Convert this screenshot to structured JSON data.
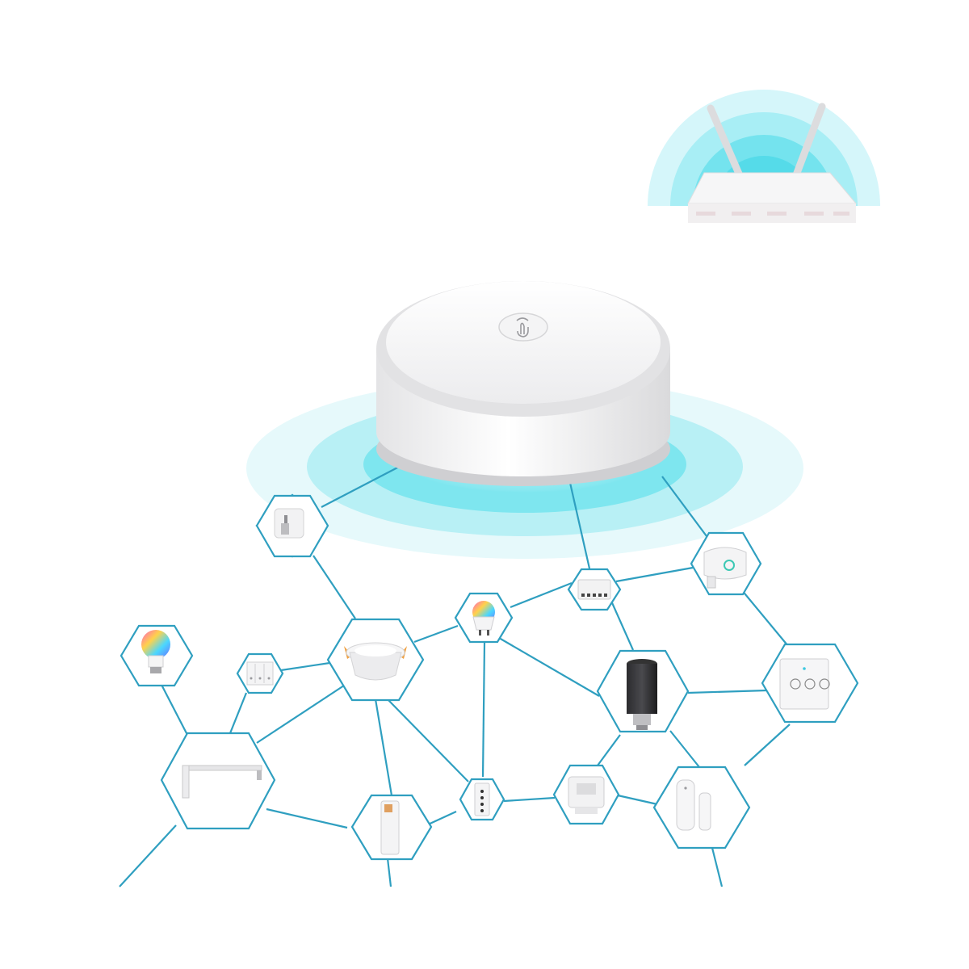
{
  "colors": {
    "background": "#ffffff",
    "link": "#2f9fc0",
    "hex_border": "#2f9fc0",
    "glow": "#5fe0ec",
    "device_white": "#f4f4f4",
    "device_shadow": "#d2d2d4"
  },
  "hub": {
    "icon": "touch-gesture-icon"
  },
  "router": {
    "icon": "wifi-router-icon"
  },
  "devices": [
    {
      "id": "cube-sensor",
      "icon": "cube-sensor-icon"
    },
    {
      "id": "smart-bulb",
      "icon": "rgb-bulb-icon"
    },
    {
      "id": "wall-switch-triple",
      "icon": "wall-switch-icon"
    },
    {
      "id": "downlight",
      "icon": "downlight-icon"
    },
    {
      "id": "gu10-spot",
      "icon": "spotlight-icon"
    },
    {
      "id": "relay-module",
      "icon": "relay-module-icon"
    },
    {
      "id": "smart-plug",
      "icon": "smart-plug-icon"
    },
    {
      "id": "radiator-valve",
      "icon": "radiator-valve-icon"
    },
    {
      "id": "curtain-switch",
      "icon": "curtain-switch-icon"
    },
    {
      "id": "curtain-track",
      "icon": "curtain-track-icon"
    },
    {
      "id": "blind-motor",
      "icon": "blind-motor-icon"
    },
    {
      "id": "remote-control",
      "icon": "remote-control-icon"
    },
    {
      "id": "thermostat",
      "icon": "thermostat-icon"
    },
    {
      "id": "door-sensor",
      "icon": "door-sensor-icon"
    }
  ]
}
